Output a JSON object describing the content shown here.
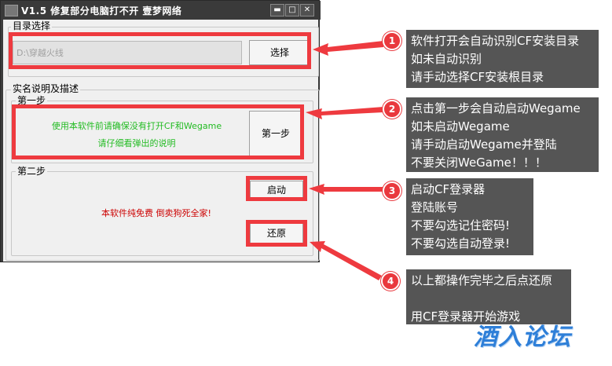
{
  "window": {
    "title": "V1.5  修复部分电脑打不开  壹梦网络",
    "min_symbol": "▬",
    "max_symbol": "□",
    "close_symbol": "✕"
  },
  "dir_group": {
    "label": "目录选择",
    "path_value": "D:\\穿越火线",
    "select_button": "选择"
  },
  "desc_group": {
    "label": "实名说明及描述",
    "step1": {
      "label": "第一步",
      "line1": "使用本软件前请确保没有打开CF和Wegame",
      "line2": "请仔细看弹出的说明",
      "button": "第一步"
    },
    "step2": {
      "label": "第二步",
      "start_button": "启动",
      "free_text": "本软件纯免费 倒卖狗死全家!",
      "restore_button": "还原"
    }
  },
  "annotations": [
    {
      "num": "1",
      "lines": [
        "软件打开会自动识别CF安装目录",
        "如未自动识别",
        "请手动选择CF安装根目录"
      ]
    },
    {
      "num": "2",
      "lines": [
        "点击第一步会自动启动Wegame",
        "如未启动Wegame",
        "请手动启动Wegame并登陆",
        "不要关闭WeGame！！！"
      ]
    },
    {
      "num": "3",
      "lines": [
        "启动CF登录器",
        "登陆账号",
        "不要勾选记住密码!",
        "不要勾选自动登录!"
      ]
    },
    {
      "num": "4",
      "lines": [
        "以上都操作完毕之后点还原",
        "",
        "用CF登录器开始游戏"
      ]
    }
  ],
  "watermark": "酒入论坛",
  "colors": {
    "highlight": "#ee3a3f",
    "note_bg": "#555555",
    "green_text": "#22bb22",
    "red_text": "#cc0000",
    "watermark": "#2e7fd8"
  }
}
